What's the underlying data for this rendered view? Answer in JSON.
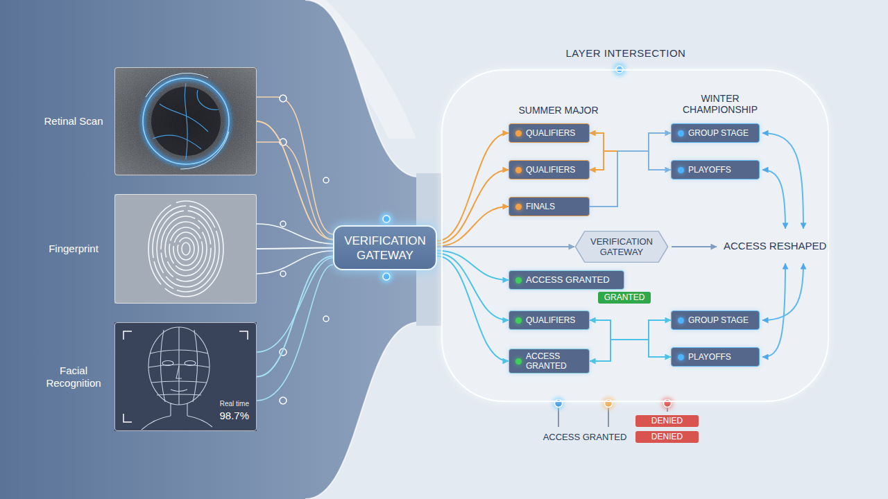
{
  "diagram": {
    "nodes": [
      {
        "text": [
          "Retinal Scan"
        ]
      },
      {
        "text": [
          "Fingerprint"
        ]
      },
      {
        "text": [
          "Facial Recognition",
          "Real time",
          "98.7%"
        ]
      },
      {
        "text": [
          "VERIFICATION GATEWAY"
        ]
      },
      {
        "text": [
          "LAYER INTERSECTION"
        ]
      },
      {
        "text": [
          "QUALIFIERS"
        ],
        "in": 4
      },
      {
        "text": [
          "QUALIFIERS"
        ],
        "in": 4
      },
      {
        "text": [
          "FINALS"
        ],
        "in": 4
      },
      {
        "text": [
          "GROUP STAGE"
        ],
        "in": 4
      },
      {
        "text": [
          "PLAYOFFS"
        ],
        "in": 4
      },
      {
        "text": [
          "VERIFICATION GATEWAY"
        ],
        "in": 4
      },
      {
        "text": [
          "ACCESS GRANTED"
        ],
        "in": 4
      },
      {
        "text": [
          "GRANTED"
        ],
        "in": 4
      },
      {
        "text": [
          "QUALIFIERS"
        ],
        "in": 4
      },
      {
        "text": [
          "ACCESS GRANTED"
        ],
        "in": 4
      },
      {
        "text": [
          "GROUP STAGE"
        ],
        "in": 4
      },
      {
        "text": [
          "PLAYOFFS"
        ],
        "in": 4
      },
      {
        "text": [
          "DENIED"
        ]
      },
      {
        "text": [
          "DENIED"
        ]
      }
    ],
    "edges": [
      {
        "from": 0,
        "to": 3,
        "arrow": "none"
      },
      {
        "from": 1,
        "to": 3,
        "arrow": "none"
      },
      {
        "from": 2,
        "to": 3,
        "arrow": "none"
      },
      {
        "from": 3,
        "to": 5,
        "arrow": "to"
      },
      {
        "from": 3,
        "to": 6,
        "arrow": "to"
      },
      {
        "from": 3,
        "to": 7,
        "arrow": "to"
      },
      {
        "from": 3,
        "to": 10,
        "arrow": "to"
      },
      {
        "from": 3,
        "to": 11,
        "arrow": "to"
      },
      {
        "from": 3,
        "to": 13,
        "arrow": "to"
      },
      {
        "from": 3,
        "to": 14,
        "arrow": "to"
      },
      {
        "from": 7,
        "to": 5,
        "arrow": "to"
      },
      {
        "from": 7,
        "to": 6,
        "arrow": "to"
      },
      {
        "from": 7,
        "to": 8,
        "arrow": "to"
      },
      {
        "from": 7,
        "to": 9,
        "arrow": "to"
      },
      {
        "from": 13,
        "to": 15,
        "arrow": "both"
      },
      {
        "from": 14,
        "to": 16,
        "arrow": "both"
      }
    ],
    "labels": [
      "SUMMER MAJOR",
      "WINTER CHAMPIONSHIP",
      "ACCESS RESHAPED",
      "ACCESS GRANTED"
    ]
  }
}
